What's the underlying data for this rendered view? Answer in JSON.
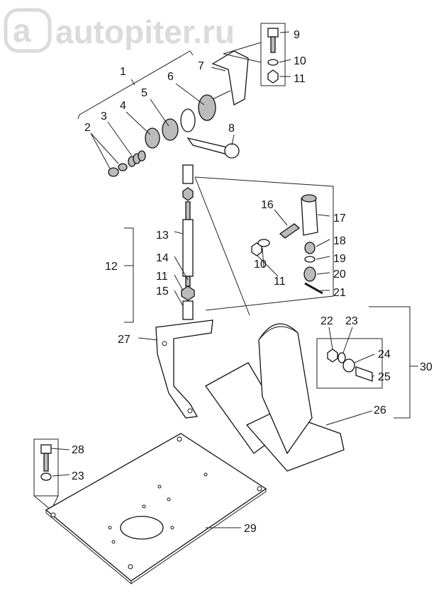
{
  "watermark": "autopiter.ru",
  "watermark_badge": "a",
  "callouts": [
    {
      "id": "c1",
      "text": "1"
    },
    {
      "id": "c2",
      "text": "2"
    },
    {
      "id": "c3",
      "text": "3"
    },
    {
      "id": "c4",
      "text": "4"
    },
    {
      "id": "c5",
      "text": "5"
    },
    {
      "id": "c6",
      "text": "6"
    },
    {
      "id": "c7",
      "text": "7"
    },
    {
      "id": "c8",
      "text": "8"
    },
    {
      "id": "c9",
      "text": "9"
    },
    {
      "id": "c10a",
      "text": "10"
    },
    {
      "id": "c11a",
      "text": "11"
    },
    {
      "id": "c12",
      "text": "12"
    },
    {
      "id": "c13",
      "text": "13"
    },
    {
      "id": "c14",
      "text": "14"
    },
    {
      "id": "c11b",
      "text": "11"
    },
    {
      "id": "c15",
      "text": "15"
    },
    {
      "id": "c16",
      "text": "16"
    },
    {
      "id": "c17",
      "text": "17"
    },
    {
      "id": "c18",
      "text": "18"
    },
    {
      "id": "c19",
      "text": "19"
    },
    {
      "id": "c10b",
      "text": "10"
    },
    {
      "id": "c20",
      "text": "20"
    },
    {
      "id": "c11c",
      "text": "11"
    },
    {
      "id": "c21",
      "text": "21"
    },
    {
      "id": "c22",
      "text": "22"
    },
    {
      "id": "c23a",
      "text": "23"
    },
    {
      "id": "c24",
      "text": "24"
    },
    {
      "id": "c25",
      "text": "25"
    },
    {
      "id": "c30",
      "text": "30"
    },
    {
      "id": "c27",
      "text": "27"
    },
    {
      "id": "c26",
      "text": "26"
    },
    {
      "id": "c28",
      "text": "28"
    },
    {
      "id": "c23b",
      "text": "23"
    },
    {
      "id": "c29",
      "text": "29"
    }
  ]
}
